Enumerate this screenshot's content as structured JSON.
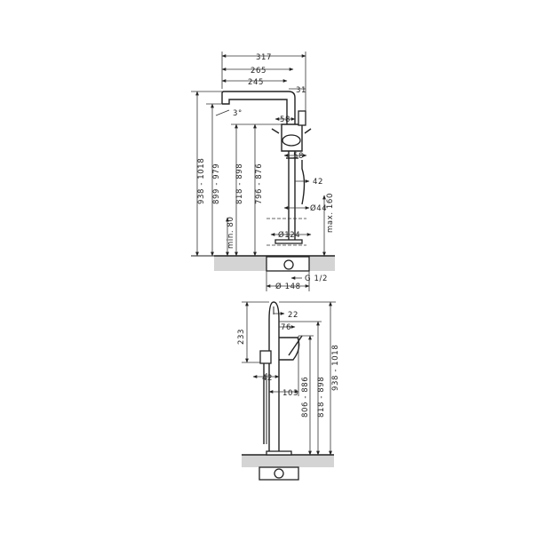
{
  "top_view": {
    "width_overall": "317",
    "width_265": "265",
    "width_245": "245",
    "dim_31": "31",
    "dim_58_upper": "58",
    "dim_58_lower": "58",
    "dim_42": "42",
    "dia_44": "Ø44",
    "dia_124": "Ø124",
    "dia_148": "Ø 148",
    "thread": "G 1/2",
    "angle": "3°",
    "height_938": "938 - 1018",
    "height_899": "899 - 979",
    "height_818": "818 - 898",
    "height_796": "796 - 876",
    "min_80": "min. 80",
    "max_160": "max. 160"
  },
  "side_view": {
    "dim_22": "22",
    "dim_76": "76",
    "dim_233": "233",
    "dim_42": "42",
    "dim_103": "103",
    "height_806": "806 - 886",
    "height_818": "818 - 898",
    "height_938": "938 - 1018"
  }
}
